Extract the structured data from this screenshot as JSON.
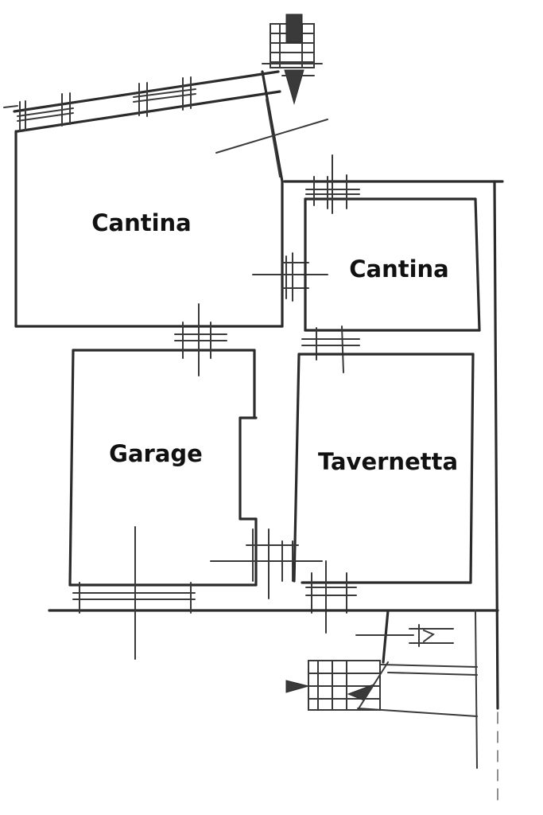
{
  "rooms": {
    "cantina_left": "Cantina",
    "cantina_right": "Cantina",
    "garage": "Garage",
    "tavernetta": "Tavernetta"
  },
  "colors": {
    "line": "#2b2b2b",
    "background": "#ffffff"
  }
}
